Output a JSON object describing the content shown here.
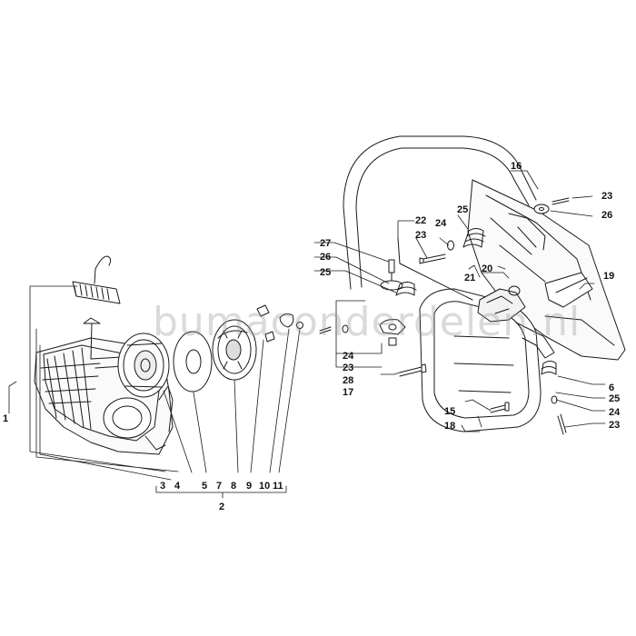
{
  "watermark": "bumaconderdelen.nl",
  "callouts": {
    "n1": "1",
    "n2": "2",
    "n3": "3",
    "n4": "4",
    "n5": "5",
    "n6": "6",
    "n7": "7",
    "n8": "8",
    "n9": "9",
    "n10": "10",
    "n11": "11",
    "n15": "15",
    "n16": "16",
    "n17": "17",
    "n18": "18",
    "n19": "19",
    "n20": "20",
    "n21": "21",
    "n22": "22",
    "n23a": "23",
    "n23b": "23",
    "n23c": "23",
    "n23d": "23",
    "n24a": "24",
    "n24b": "24",
    "n24c": "24",
    "n25a": "25",
    "n25b": "25",
    "n25c": "25",
    "n26a": "26",
    "n26b": "26",
    "n27": "27",
    "n28": "28"
  },
  "colors": {
    "line": "#1a1a1a",
    "label": "#111111"
  }
}
